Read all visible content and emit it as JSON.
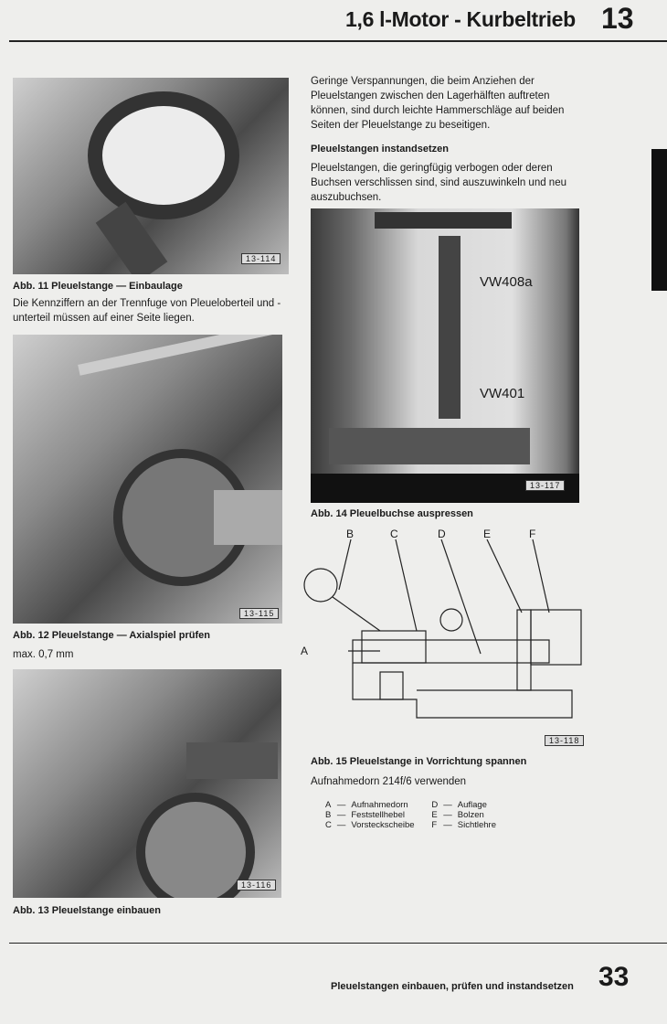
{
  "header": {
    "title": "1,6 l-Motor - Kurbeltrieb",
    "chapter": "13"
  },
  "figures": [
    {
      "label": "13-114",
      "caption": "Abb. 11 Pleuelstange — Einbaulage",
      "text": "Die Kennziffern an der Trennfuge von Pleueloberteil und -unterteil müssen auf einer Seite liegen."
    },
    {
      "label": "13-115",
      "caption": "Abb. 12 Pleuelstange — Axialspiel prüfen",
      "text": "max. 0,7 mm"
    },
    {
      "label": "13-116",
      "caption": "Abb. 13 Pleuelstange einbauen"
    },
    {
      "label": "13-117",
      "caption": "Abb. 14 Pleuelbuchse auspressen",
      "callouts": [
        "VW408a",
        "VW401"
      ]
    },
    {
      "label": "13-118",
      "caption": "Abb. 15 Pleuelstange in Vorrichtung spannen",
      "text": "Aufnahmedorn 214f/6 verwenden",
      "letters": [
        "A",
        "B",
        "C",
        "D",
        "E",
        "F"
      ]
    }
  ],
  "right_text": {
    "para1": "Geringe Verspannungen, die beim Anziehen der Pleuelstangen zwischen den Lagerhälften auftreten können, sind durch leichte Hammerschläge auf beiden Seiten der Pleuelstange zu beseitigen.",
    "heading": "Pleuelstangen instandsetzen",
    "para2": "Pleuelstangen, die geringfügig verbogen oder deren Buchsen verschlissen sind, sind auszuwinkeln und neu auszubuchsen."
  },
  "legend": [
    {
      "key": "A",
      "sep": "—",
      "value": "Aufnahmedorn"
    },
    {
      "key": "D",
      "sep": "—",
      "value": "Auflage"
    },
    {
      "key": "B",
      "sep": "—",
      "value": "Feststellhebel"
    },
    {
      "key": "E",
      "sep": "—",
      "value": "Bolzen"
    },
    {
      "key": "C",
      "sep": "—",
      "value": "Vorsteckscheibe"
    },
    {
      "key": "F",
      "sep": "—",
      "value": "Sichtlehre"
    }
  ],
  "footer": {
    "text": "Pleuelstangen einbauen, prüfen und instandsetzen",
    "page": "33"
  }
}
